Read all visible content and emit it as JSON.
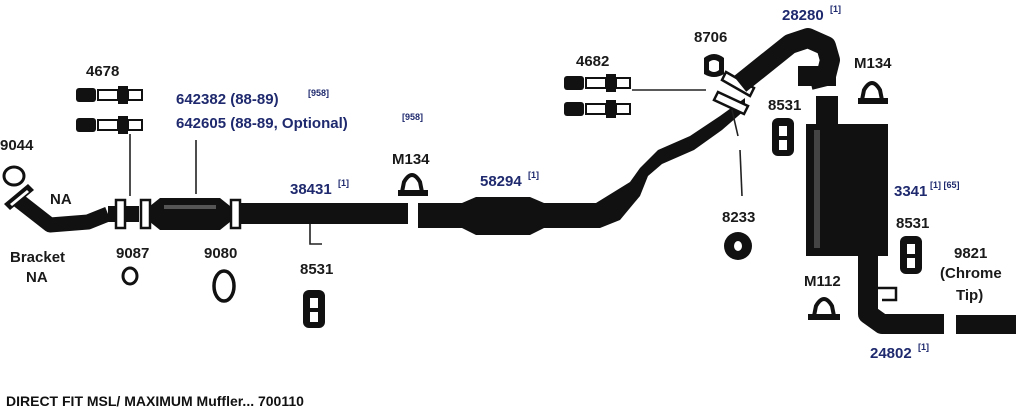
{
  "labels": {
    "p9044": "9044",
    "na_top": "NA",
    "bracket": "Bracket",
    "bracket_na": "NA",
    "p4678": "4678",
    "p9087": "9087",
    "p9080": "9080",
    "p642382": "642382 (88-89)",
    "p642382_sup": "[958]",
    "p642605": "642605 (88-89, Optional)",
    "p642605_sup": "[958]",
    "p38431": "38431",
    "p38431_sup": "[1]",
    "p8531_left": "8531",
    "pM134_mid": "M134",
    "p58294": "58294",
    "p58294_sup": "[1]",
    "p4682": "4682",
    "p8706": "8706",
    "p28280": "28280",
    "p28280_sup": "[1]",
    "pM134_right": "M134",
    "p8531_right": "8531",
    "p8233": "8233",
    "p3341": "3341",
    "p3341_sup": "[1] [65]",
    "p8531_lower": "8531",
    "pM112": "M112",
    "p9821": "9821",
    "chrome1": "(Chrome",
    "chrome2": "Tip)",
    "p24802": "24802",
    "p24802_sup": "[1]"
  },
  "footer": "DIRECT FIT MSL/ MAXIMUM Muffler... 700110",
  "colors": {
    "part_number_blue": "#1f2a6e",
    "ink": "#111111",
    "background": "#ffffff"
  }
}
